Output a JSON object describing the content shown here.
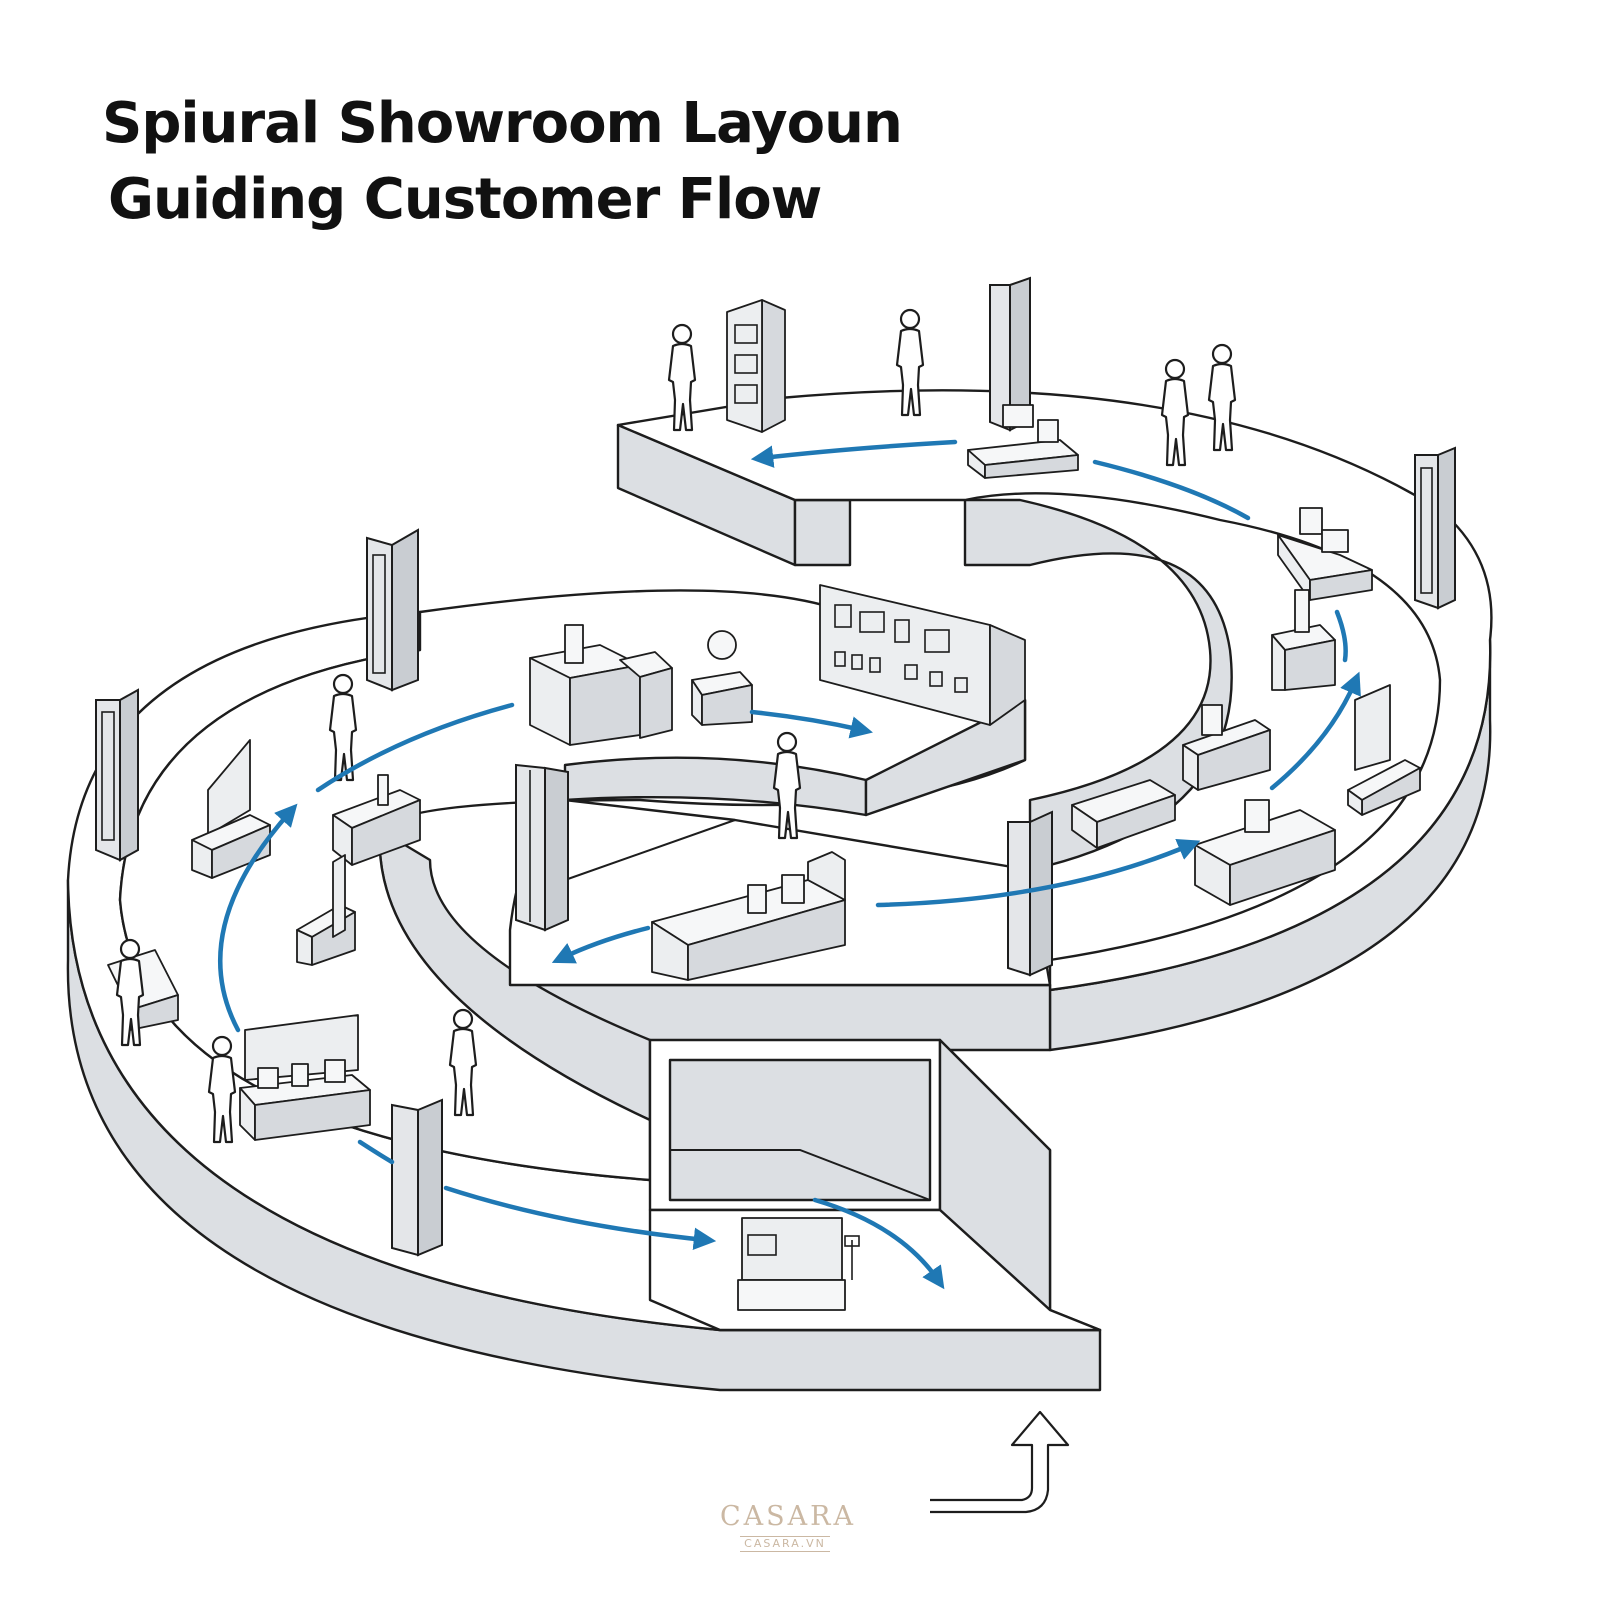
{
  "diagram": {
    "title_line1": "Spiural Showroom Layoun",
    "title_line2": "Guiding Customer Flow"
  },
  "watermark": {
    "brand": "CASARA",
    "domain": "CASARA.VN"
  },
  "colors": {
    "flow_arrow": "#1f78b4",
    "wall_fill": "#dcdfe3",
    "outline": "#1d1d1d",
    "watermark": "#cbb8a3"
  },
  "icons": [
    "person-icon",
    "display-counter-icon",
    "pillar-icon",
    "entry-arrow-icon",
    "flow-arrow-icon"
  ]
}
